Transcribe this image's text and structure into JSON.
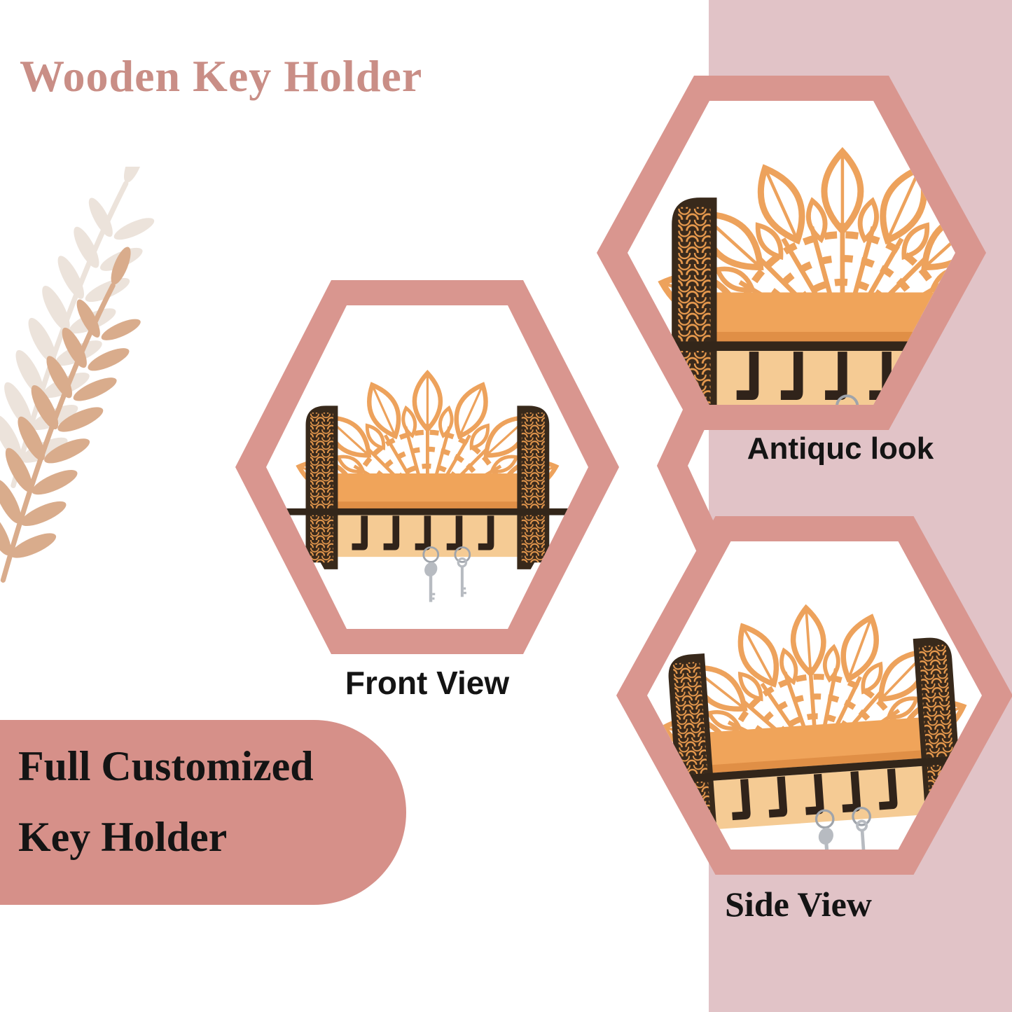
{
  "title": {
    "text": "Wooden Key Holder",
    "color": "#c98e86"
  },
  "badge": {
    "line1": "Full Customized",
    "line2": "Key Holder",
    "bg": "#d69089"
  },
  "views": [
    {
      "id": "front",
      "label": "Front View"
    },
    {
      "id": "antique",
      "label": "Antiquc look"
    },
    {
      "id": "side",
      "label": "Side View"
    }
  ],
  "colors": {
    "hexagon_border": "#d9968f",
    "side_band": "#e1c3c7",
    "leaf_front": "#d9ac8c",
    "leaf_back": "#ece3db",
    "wood_orange": "#f0a45a",
    "wood_light": "#f5cb94",
    "wood_dark": "#38291b",
    "label_text": "#141414"
  },
  "icons": {
    "leaves": "fern-branch-illustration",
    "product": "wooden-key-holder-photo"
  }
}
